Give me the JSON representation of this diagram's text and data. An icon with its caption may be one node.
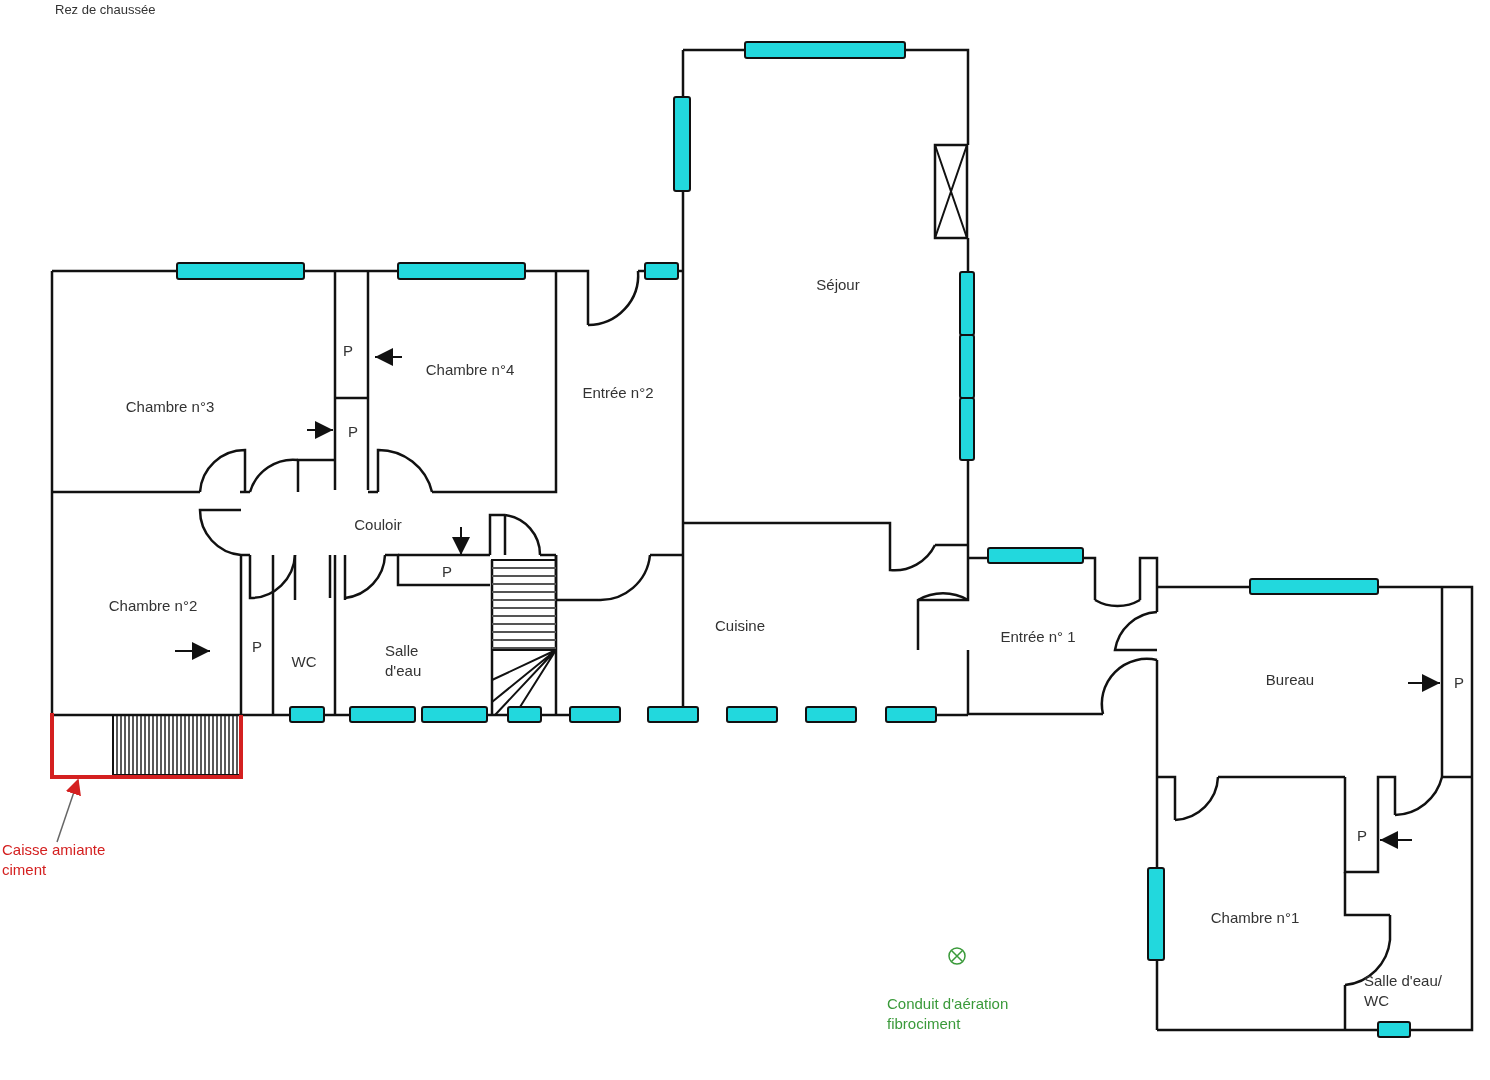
{
  "diagram": {
    "title": "Rez de chaussée",
    "nodes": [
      {
        "text": [
          "Caisse amiante ciment"
        ]
      },
      {
        "text": [],
        "shape": "box"
      }
    ],
    "edges": [
      {
        "from": 0,
        "to": 1,
        "arrow": "to"
      }
    ],
    "labels": [
      "Séjour",
      "P",
      "Chambre n°4",
      "Entrée n°2",
      "Chambre n°3",
      "P",
      "Couloir",
      "P",
      "Chambre n°2",
      "Cuisine",
      "Entrée n° 1",
      "P",
      "WC",
      "Salle d'eau",
      "Bureau",
      "P",
      "P",
      "Chambre n°1",
      "Salle d'eau/ WC",
      "Conduit d'aération fibrociment"
    ]
  }
}
